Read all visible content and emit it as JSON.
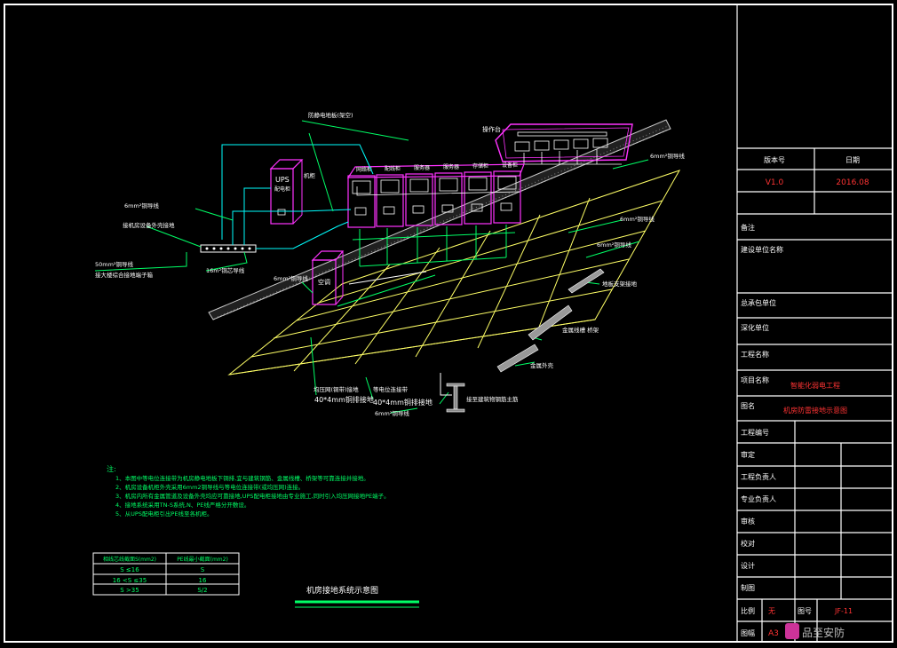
{
  "colors": {
    "background": "#000000",
    "frame": "#ffffff",
    "grid": "#ffff66",
    "wiring": "#00ff66",
    "cable": "#00ffff",
    "equipment": "#ff33ff",
    "floor": "#c8c8c8",
    "red_text": "#ff3333"
  },
  "title_block": {
    "version_label": "版本号",
    "date_label": "日期",
    "version": "V1.0",
    "date": "2016.08",
    "rows": [
      "备注",
      "建设单位名称",
      "总承包单位",
      "深化单位",
      "工程名称",
      "项目名称",
      "图名",
      "工程编号",
      "审定",
      "工程负责人",
      "专业负责人",
      "审核",
      "校对",
      "设计",
      "制图"
    ],
    "project_value": "智能化弱电工程",
    "drawing_value": "机房防雷接地示意图",
    "scale_label": "比例",
    "scale_value": "无",
    "number_label": "图号",
    "number_value": "JF-11",
    "size_label": "图幅",
    "size_value": "A3",
    "watermark": "品至安防"
  },
  "diagram": {
    "labels": {
      "anti_static_floor": "防静电地板(架空)",
      "console": "操作台",
      "ups": "UPS",
      "ups_sub": "配电柜",
      "rack": "机柜",
      "cabinets": [
        "网络柜",
        "配线柜",
        "服务器",
        "服务器",
        "存储柜",
        "设备柜"
      ],
      "bus_left_6mm": "6mm²铜导线",
      "connect_equip": "接机房设备外壳接地",
      "bus_50mm": "50mm²铜导线",
      "bus_50mm_sub": "接大楼综合接地端子箱",
      "bus_16mm": "16m²铜芯导线",
      "ac_unit": "空调",
      "ac_6mm": "6mm²铜导线",
      "right_6mm_1": "6mm²铜导线",
      "right_6mm_2": "6mm²铜导线",
      "right_6mm_3": "6mm²铜导线",
      "support_bracket": "地板支架接地",
      "steel_bar": "金属线槽 桥架",
      "equip_ground": "金属外壳",
      "mesh_note": "均压网(铜带)接地",
      "mesh_spec": "40*4mm铜排接地",
      "equal_pot": "等电位连接带",
      "equal_pot_spec": "40*4mm铜排接地",
      "bottom_6mm": "6mm²铜导线",
      "building_ground": "接至建筑物钢筋主筋",
      "diagram_title": "机房接地系统示意图"
    },
    "notes": {
      "heading": "注:",
      "items": [
        "1、本图中等电位连接带为机房静电地板下铜排,宜与建筑钢筋、金属线槽、桥架等可靠连接并接地。",
        "2、机房设备机柜外壳采用6mm2铜导线与等电位连接带(或均压网)连接。",
        "3、机房内所有金属管道及设备外壳均应可靠接地,UPS配电柜接地由专业施工,同时引入均压网接地PE端子。",
        "4、接地系统采用TN-S系统,N、PE线严格分开敷设。",
        "5、从UPS配电柜引出PE线至各机柜。"
      ]
    },
    "table": {
      "headers": [
        "相线芯线截面S(mm2)",
        "PE线最小截面(mm2)"
      ],
      "rows": [
        [
          "S ≤16",
          "S"
        ],
        [
          "16 <S ≤35",
          "16"
        ],
        [
          "S >35",
          "S/2"
        ]
      ]
    }
  }
}
